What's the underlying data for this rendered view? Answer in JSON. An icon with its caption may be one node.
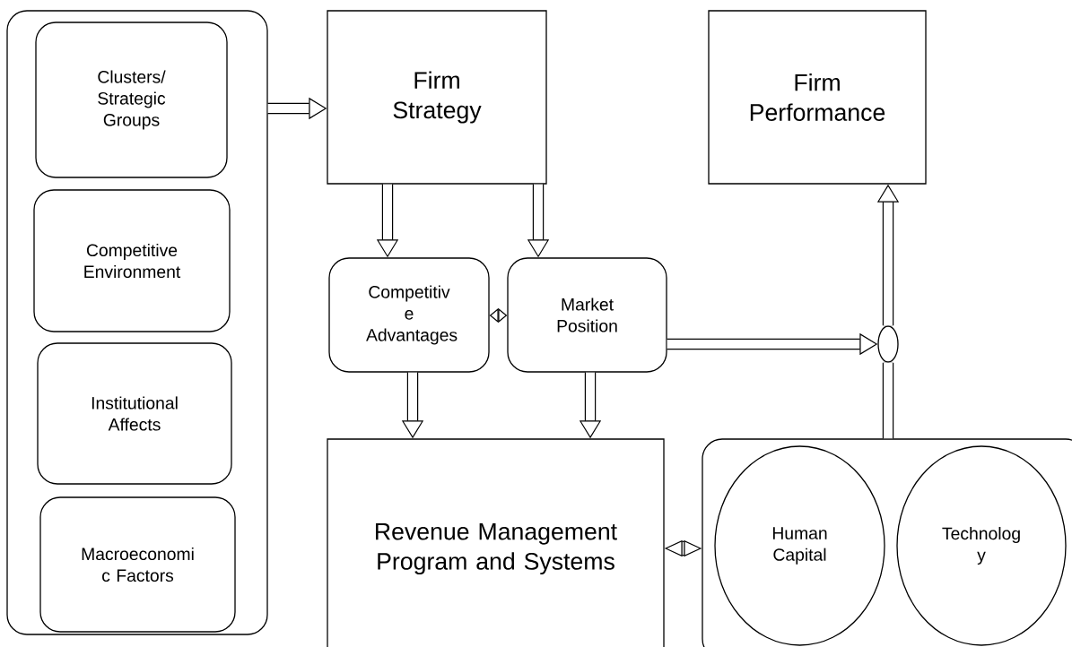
{
  "diagram": {
    "nodes": [
      {
        "text": [],
        "shape": "box"
      },
      {
        "text": [
          "Clusters/ Strategic Groups"
        ],
        "in": 0
      },
      {
        "text": [
          "Competitive Environment"
        ],
        "in": 0
      },
      {
        "text": [
          "Institutional Affects"
        ],
        "in": 0
      },
      {
        "text": [
          "Macroeconomi c Factors"
        ],
        "in": 0
      },
      {
        "text": [
          "Firm Strategy"
        ]
      },
      {
        "text": [
          "Firm Performance"
        ]
      },
      {
        "text": [
          "Competitiv e Advantages"
        ]
      },
      {
        "text": [
          "Market Position"
        ]
      },
      {
        "text": [
          "Revenue Management Program and Systems"
        ]
      },
      {
        "text": [],
        "shape": "circle"
      },
      {
        "text": [],
        "shape": "box"
      },
      {
        "text": [
          "Human Capital"
        ],
        "in": 11
      },
      {
        "text": [
          "Technolog y"
        ],
        "in": 11
      }
    ],
    "edges": [
      {
        "from": 0,
        "to": 5,
        "arrow": "to"
      },
      {
        "from": 5,
        "to": 7,
        "arrow": "to"
      },
      {
        "from": 5,
        "to": 8,
        "arrow": "to"
      },
      {
        "from": 7,
        "to": 8,
        "arrow": "both"
      },
      {
        "from": 7,
        "to": 9,
        "arrow": "to"
      },
      {
        "from": 8,
        "to": 9,
        "arrow": "to"
      },
      {
        "from": 8,
        "to": 10,
        "arrow": "to"
      },
      {
        "from": 11,
        "to": 10,
        "arrow": "none"
      },
      {
        "from": 10,
        "to": 6,
        "arrow": "to"
      },
      {
        "from": 9,
        "to": 11,
        "arrow": "both"
      }
    ]
  }
}
